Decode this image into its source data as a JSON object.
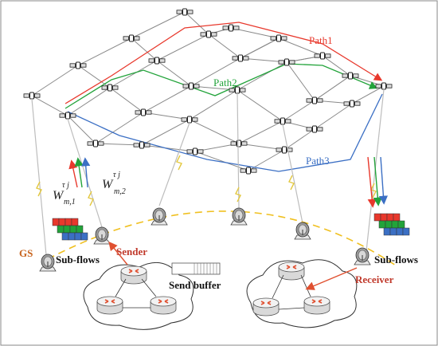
{
  "labels": {
    "path1": "Path1",
    "path2": "Path2",
    "path3": "Path3",
    "gs": "GS",
    "sender": "Sender",
    "receiver": "Receiver",
    "subflows_left": "Sub-flows",
    "subflows_right": "Sub-flows",
    "send_buffer": "Send buffer",
    "weight1_base": "W",
    "weight1_sup": "τ j",
    "weight1_sub": "m,1",
    "weight2_base": "W",
    "weight2_sup": "τ j",
    "weight2_sub": "m,2"
  },
  "colors": {
    "path1": "#e8382c",
    "path2": "#22a33a",
    "path3": "#3b6fc4",
    "sender_label": "#c0392b",
    "receiver_label": "#c0392b",
    "gs_label": "#c8641e",
    "orbit_dash": "#f0c020",
    "isl": "#808080",
    "router_arrow": "#e05030"
  },
  "icons": [
    "satellite-icon",
    "ground-antenna-icon",
    "router-icon",
    "lightning-link-icon"
  ]
}
